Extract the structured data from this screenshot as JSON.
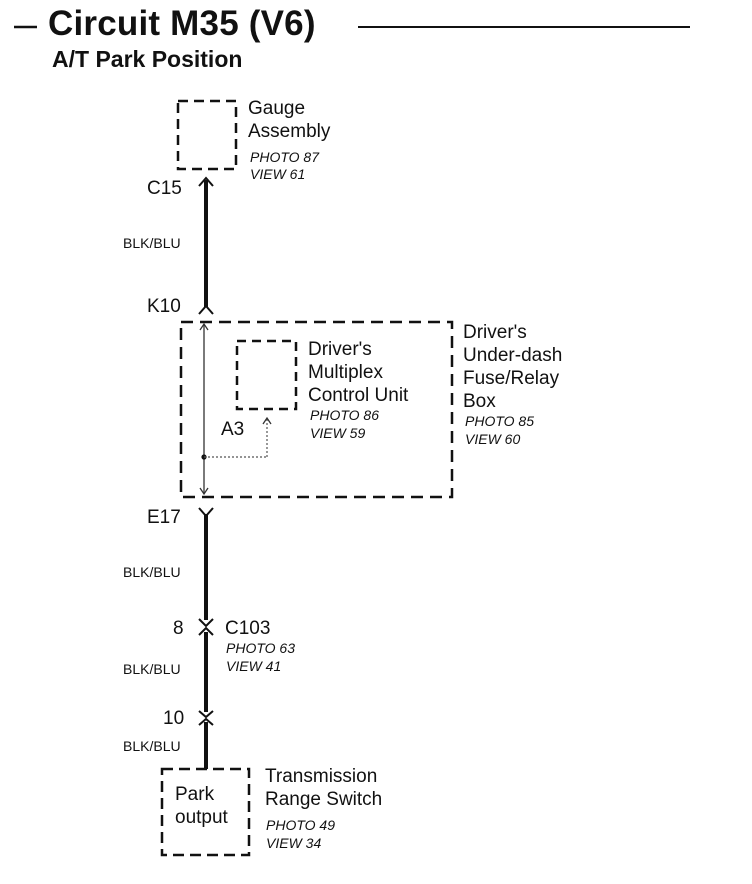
{
  "header": {
    "title": "Circuit M35 (V6)",
    "subtitle": "A/T Park Position"
  },
  "gauge": {
    "name_line1": "Gauge",
    "name_line2": "Assembly",
    "photo": "PHOTO 87",
    "view": "VIEW 61"
  },
  "connectors": {
    "c15": "C15",
    "k10": "K10",
    "a3": "A3",
    "e17": "E17",
    "c103_pin": "8",
    "c103": "C103",
    "c103_photo": "PHOTO 63",
    "c103_view": "VIEW 41",
    "pin10": "10"
  },
  "wires": {
    "w1": "BLK/BLU",
    "w2": "BLK/BLU",
    "w3": "BLK/BLU",
    "w4": "BLK/BLU"
  },
  "multiplex": {
    "line1": "Driver's",
    "line2": "Multiplex",
    "line3": "Control Unit",
    "photo": "PHOTO 86",
    "view": "VIEW 59"
  },
  "fusebox": {
    "line1": "Driver's",
    "line2": "Under-dash",
    "line3": "Fuse/Relay",
    "line4": "Box",
    "photo": "PHOTO 85",
    "view": "VIEW 60"
  },
  "switch": {
    "inner_line1": "Park",
    "inner_line2": "output",
    "name_line1": "Transmission",
    "name_line2": "Range Switch",
    "photo": "PHOTO 49",
    "view": "VIEW 34"
  }
}
